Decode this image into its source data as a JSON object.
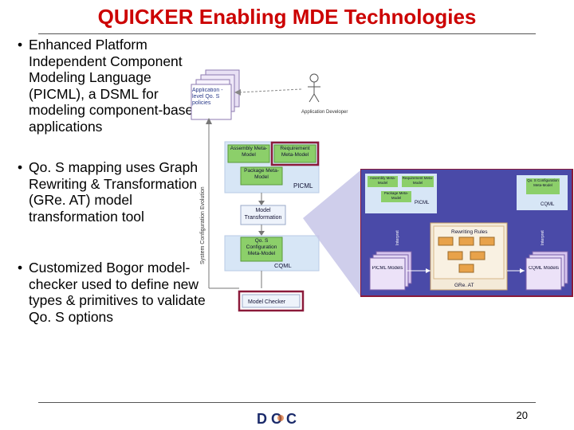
{
  "slide": {
    "title": "QUICKER Enabling MDE Technologies",
    "bullets": [
      {
        "text": "Enhanced Platform Independent Component Modeling Language (PICML), a DSML for modeling component-based applications"
      },
      {
        "text": "Qo. S mapping uses Graph Rewriting & Transformation (GRe. AT) model transformation tool"
      },
      {
        "text": "Customized Bogor model-checker used to define new types & primitives to validate Qo. S options"
      }
    ],
    "page_number": "20"
  },
  "diagram": {
    "policies_label": "Application -level Qo. S policies",
    "developer_label": "Application Developer",
    "assembly_label": "Assembly Meta-Model",
    "requirement_label": "Requirement Meta-Model",
    "package_label": "Package Meta-Model",
    "picml_label": "PICML",
    "model_transformation_label": "Model Transformation",
    "qos_config_label": "Qo. S Configuration Meta-Model",
    "cqml_label": "CQML",
    "model_checker_label": "Model Checker",
    "evolution_label": "System Configuration Evolution"
  },
  "zoom": {
    "assembly_label": "Assembly Meta-Model",
    "requirement_label": "Requirement Meta-Model",
    "package_label": "Package Meta-Model",
    "picml_label": "PICML",
    "qos_config_label": "Qo. S Configuration Meta-Model",
    "cqml_label": "CQML",
    "rewriting_rules_label": "Rewriting Rules",
    "great_label": "GRe. AT",
    "picml_models_label": "PICML Models",
    "cqml_models_label": "CQML Models",
    "left_side_label": "Interpret",
    "right_side_label": "Interpret"
  },
  "footer": {
    "logo_text": "D O C"
  },
  "colors": {
    "title": "#cc0000",
    "meta_box_green": "#8ccf6a",
    "panel_blue": "#d7e6f6",
    "zoom_bg": "#4a4aa8",
    "highlight_border": "#8b1a3a"
  }
}
